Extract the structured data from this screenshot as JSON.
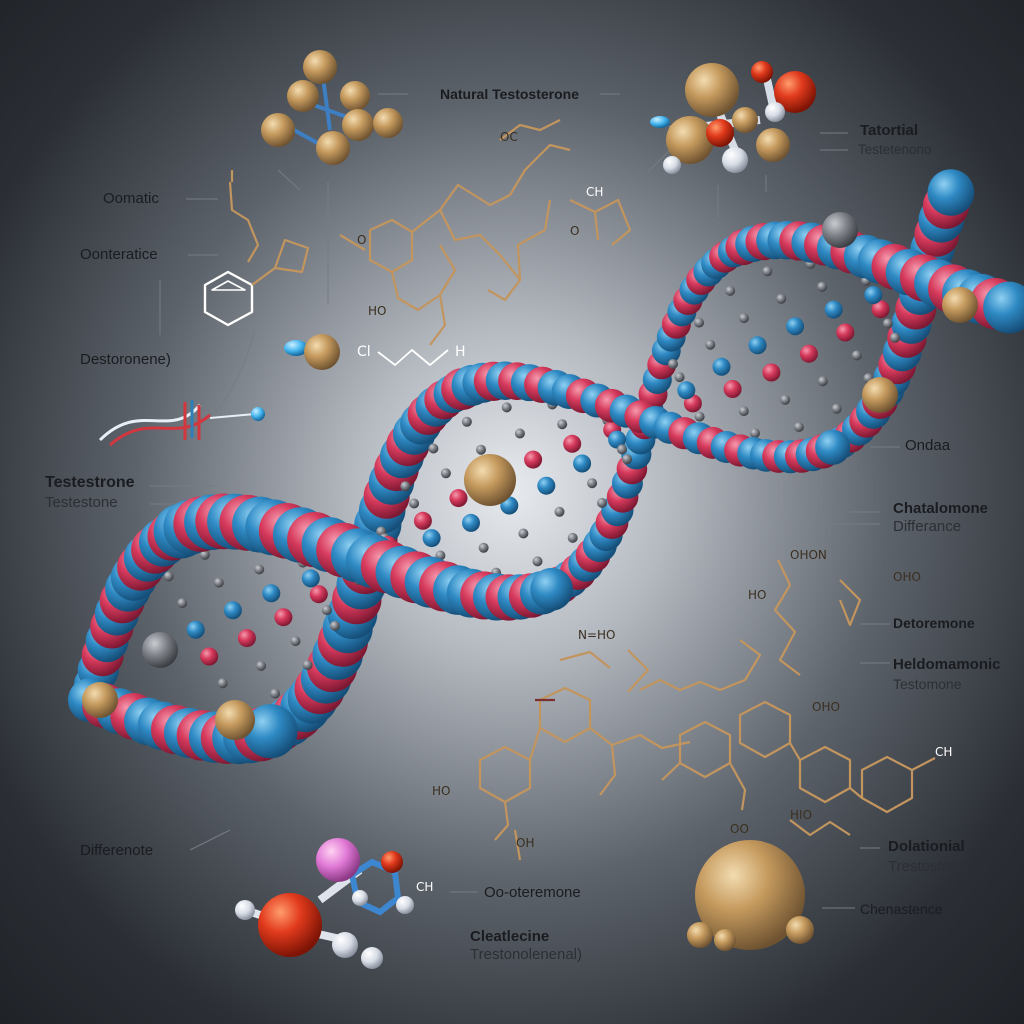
{
  "labels": {
    "natural_testosterone": "Natural Testosterone",
    "top_right_title": "Tatortial",
    "top_right_sub": "Testetenono",
    "oomatic": "Oomatic",
    "oonteratice": "Oonteratice",
    "destoronene": "Destoronene)",
    "testosterone_main": "Testestrone",
    "testosterone_sub": "Testestone",
    "ondaa": "Ondaa",
    "chatalomone": "Chatalomone",
    "difference_sub": "Differance",
    "detoremone": "Detoremone",
    "heldomonic": "Heldomamonic",
    "heldomonic_sub": "Testomone",
    "differenote": "Differenote",
    "ooosteremone": "Oo-oteremone",
    "cleatecine": "Cleatlecine",
    "cleatecine_sub": "Trestonolenenal)",
    "dolationial": "Dolationial",
    "dolationial_sub": "Trestostane",
    "chenastence": "Chenastence"
  },
  "formulas": {
    "oc": "OC",
    "ch_left": "Cl",
    "h_left": "H",
    "o_left": "O",
    "ho_left": "HO",
    "ch_top": "CH",
    "oo_top": "O",
    "ohon": "OHON",
    "ohoo": "OHO",
    "ho_mid": "HO",
    "nh_mid": "N=HO",
    "oho": "OHO",
    "ch2": "CH",
    "ho_bottom_left": "HO",
    "oh_bottom": "OH",
    "hio_right": "HIO",
    "oo_right": "OO",
    "ch3_bottom": "CH"
  },
  "colors": {
    "blue_atom": "#2f7fb7",
    "red_atom": "#d63a5c",
    "tan_atom": "#c59a5e",
    "gray_atom": "#7c8086",
    "orange_atom": "#e23b1d",
    "bond": "#c2955f"
  }
}
